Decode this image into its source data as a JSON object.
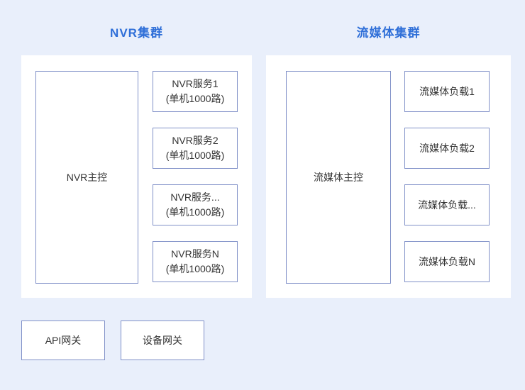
{
  "clusters": [
    {
      "title": "NVR集群",
      "master": "NVR主控",
      "nodes": [
        {
          "line1": "NVR服务1",
          "line2": "(单机1000路)"
        },
        {
          "line1": "NVR服务2",
          "line2": "(单机1000路)"
        },
        {
          "line1": "NVR服务...",
          "line2": "(单机1000路)"
        },
        {
          "line1": "NVR服务N",
          "line2": "(单机1000路)"
        }
      ]
    },
    {
      "title": "流媒体集群",
      "master": "流媒体主控",
      "nodes": [
        {
          "line1": "流媒体负载1"
        },
        {
          "line1": "流媒体负载2"
        },
        {
          "line1": "流媒体负载..."
        },
        {
          "line1": "流媒体负载N"
        }
      ]
    }
  ],
  "gateways": [
    {
      "label": "API网关"
    },
    {
      "label": "设备网关"
    }
  ],
  "colors": {
    "background": "#e9effb",
    "panel": "#ffffff",
    "box_border": "#8090c8",
    "title_text": "#2f6fd8",
    "body_text": "#333333"
  }
}
